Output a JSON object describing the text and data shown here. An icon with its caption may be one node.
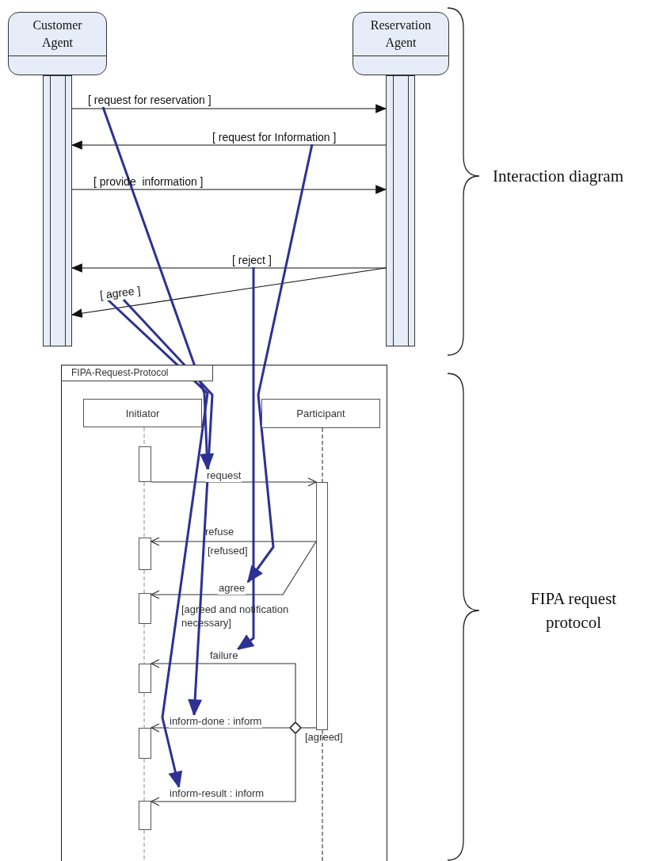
{
  "diagram": {
    "nodes": [
      {
        "text": [
          "Customer Agent"
        ]
      },
      {
        "text": [],
        "shape": "bar"
      },
      {
        "text": [
          "Reservation Agent"
        ]
      },
      {
        "text": [],
        "shape": "bar"
      },
      {
        "text": [
          "FIPA-Request-Protocol"
        ]
      },
      {
        "text": [
          "Initiator"
        ],
        "in": 4
      },
      {
        "text": [
          "Participant"
        ],
        "in": 4
      },
      {
        "text": [],
        "shape": "box",
        "in": 4
      },
      {
        "text": [],
        "shape": "box",
        "in": 4
      },
      {
        "text": [],
        "shape": "box",
        "in": 4
      },
      {
        "text": [],
        "shape": "box",
        "in": 4
      },
      {
        "text": [],
        "shape": "box",
        "in": 4
      },
      {
        "text": [],
        "shape": "box",
        "in": 4
      },
      {
        "text": [],
        "shape": "bar",
        "in": 4
      },
      {
        "text": [],
        "shape": "diamond",
        "in": 4
      },
      {
        "text": [
          "[ request for reservation ]"
        ]
      },
      {
        "text": [
          "[ request for Information ]"
        ]
      },
      {
        "text": [
          "[ reject ]"
        ]
      },
      {
        "text": [
          "[ agree ]"
        ]
      },
      {
        "text": [
          "request"
        ],
        "in": 4
      },
      {
        "text": [
          "agree"
        ],
        "in": 4
      },
      {
        "text": [
          "failure"
        ],
        "in": 4
      },
      {
        "text": [
          "inform-done : inform"
        ],
        "in": 4
      },
      {
        "text": [
          "inform-result : inform"
        ],
        "in": 4
      }
    ],
    "edges": [
      {
        "from": 1,
        "to": 3,
        "arrow": "to"
      },
      {
        "from": 3,
        "to": 1,
        "arrow": "to"
      },
      {
        "from": 1,
        "to": 3,
        "arrow": "to",
        "label": "[ provide  information ]"
      },
      {
        "from": 3,
        "to": 1,
        "arrow": "to"
      },
      {
        "from": 3,
        "to": 1,
        "arrow": "to"
      },
      {
        "from": 7,
        "to": 13,
        "arrow": "to"
      },
      {
        "from": 13,
        "to": 8,
        "arrow": "to",
        "label": "refuse"
      },
      {
        "from": 13,
        "to": 9,
        "arrow": "to"
      },
      {
        "from": 14,
        "to": 10,
        "arrow": "to"
      },
      {
        "from": 14,
        "to": 11,
        "arrow": "to"
      },
      {
        "from": 14,
        "to": 12,
        "arrow": "to"
      },
      {
        "from": 13,
        "to": 14,
        "arrow": "none"
      },
      {
        "from": 15,
        "to": 19,
        "arrow": "to",
        "style": "thick",
        "color": "#2e3192"
      },
      {
        "from": 16,
        "to": 20,
        "arrow": "to",
        "style": "thick",
        "color": "#2e3192"
      },
      {
        "from": 17,
        "to": 21,
        "arrow": "to",
        "style": "thick",
        "color": "#2e3192"
      },
      {
        "from": 18,
        "to": 22,
        "arrow": "to",
        "style": "thick",
        "color": "#2e3192"
      },
      {
        "from": 18,
        "to": 23,
        "arrow": "to",
        "style": "thick",
        "color": "#2e3192"
      },
      {
        "from": 5,
        "to": 7,
        "arrow": "none",
        "style": "dashed",
        "color": "#9a9a9a"
      },
      {
        "from": 7,
        "to": 8,
        "arrow": "none",
        "style": "dashed",
        "color": "#9a9a9a"
      },
      {
        "from": 8,
        "to": 9,
        "arrow": "none",
        "style": "dashed",
        "color": "#9a9a9a"
      },
      {
        "from": 9,
        "to": 10,
        "arrow": "none",
        "style": "dashed",
        "color": "#9a9a9a"
      },
      {
        "from": 10,
        "to": 11,
        "arrow": "none",
        "style": "dashed",
        "color": "#9a9a9a"
      },
      {
        "from": 11,
        "to": 12,
        "arrow": "none",
        "style": "dashed",
        "color": "#9a9a9a"
      },
      {
        "from": 12,
        "to": null,
        "arrow": "none",
        "style": "dashed",
        "color": "#9a9a9a"
      },
      {
        "from": 6,
        "to": 13,
        "arrow": "none",
        "style": "dashed"
      },
      {
        "from": 13,
        "to": null,
        "arrow": "none",
        "style": "dashed"
      }
    ],
    "labels": [
      "[refused]",
      "[agreed and notification necessary]",
      "[agreed]",
      "Interaction diagram",
      "FIPA request protocol"
    ]
  }
}
